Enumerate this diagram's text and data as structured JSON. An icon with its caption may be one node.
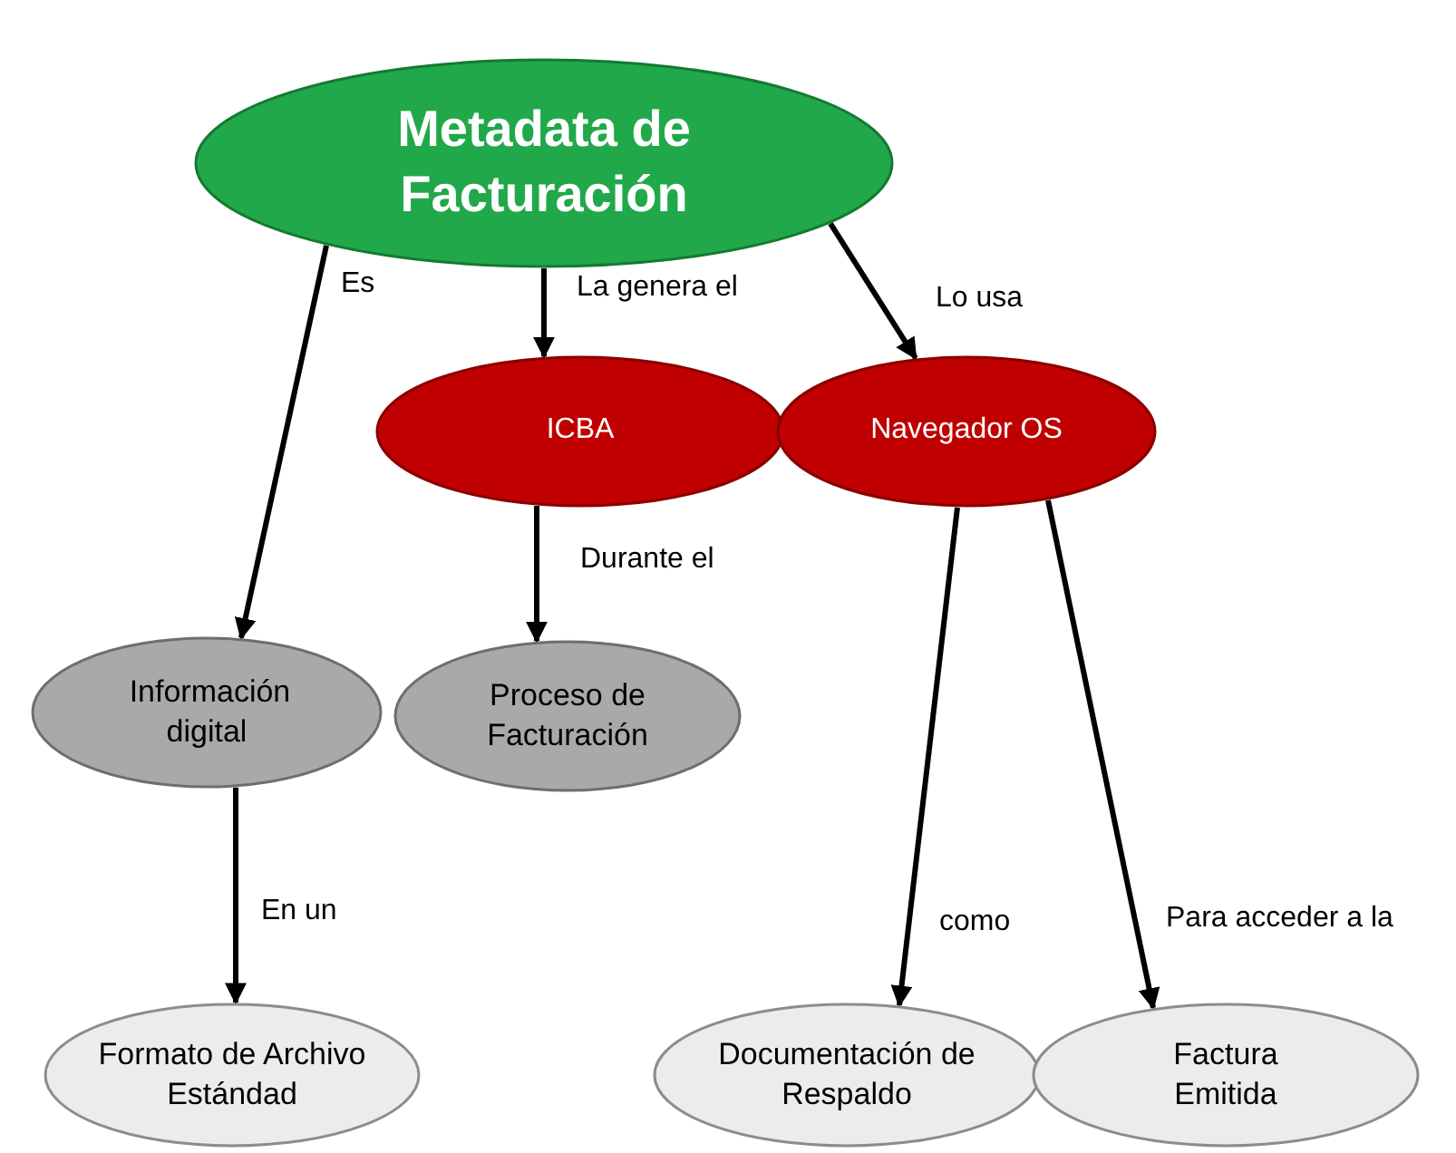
{
  "diagram": {
    "nodes": [
      {
        "text": [
          "Metadata de Facturación"
        ]
      },
      {
        "text": [
          "ICBA"
        ]
      },
      {
        "text": [
          "Navegador OS"
        ]
      },
      {
        "text": [
          "Información digital"
        ]
      },
      {
        "text": [
          "Proceso de Facturación"
        ]
      },
      {
        "text": [
          "Formato de Archivo Estándad"
        ]
      },
      {
        "text": [
          "Documentación de Respaldo"
        ]
      },
      {
        "text": [
          "Factura Emitida"
        ]
      }
    ],
    "edges": [
      {
        "from": 0,
        "to": 3,
        "arrow": "to",
        "label": "Es"
      },
      {
        "from": 0,
        "to": 1,
        "arrow": "to",
        "label": "La genera el"
      },
      {
        "from": 0,
        "to": 2,
        "arrow": "to",
        "label": "Lo usa"
      },
      {
        "from": 1,
        "to": 4,
        "arrow": "to",
        "label": "Durante el"
      },
      {
        "from": 3,
        "to": 5,
        "arrow": "to",
        "label": "En un"
      },
      {
        "from": 2,
        "to": 6,
        "arrow": "to",
        "label": "como"
      },
      {
        "from": 2,
        "to": 7,
        "arrow": "to",
        "label": "Para acceder a la"
      }
    ]
  }
}
